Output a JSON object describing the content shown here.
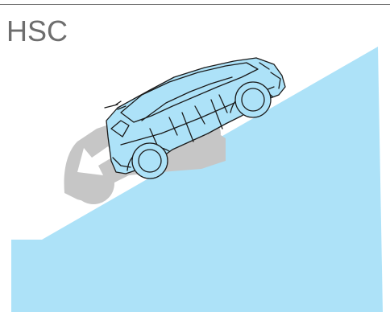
{
  "figure": {
    "title": "HSC",
    "ground_color": "#ade2f8",
    "vehicle_outline_color": "#1a1a1a",
    "shadow_vehicle_color": "#c6c6c6",
    "arrow_color": "#ffffff",
    "rule_color": "#6b6b6b",
    "icons": [
      "vehicle-on-slope",
      "rollback-shadow-vehicle",
      "downhill-arrow"
    ]
  }
}
